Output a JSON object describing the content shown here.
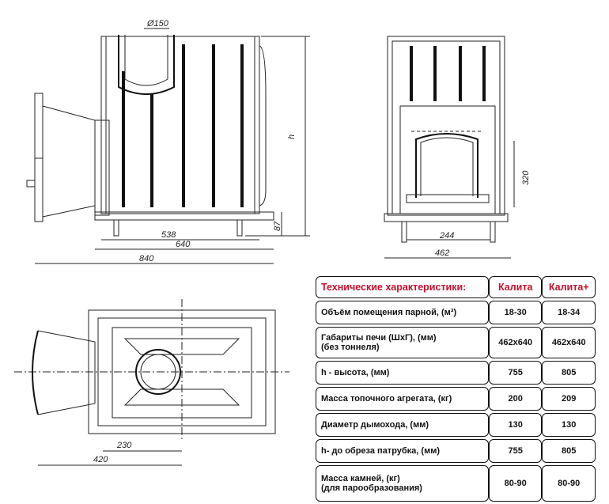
{
  "dimensions": {
    "chimney_diameter": "Ø150",
    "height_label": "h",
    "leg_height": "87",
    "inner_width": "538",
    "body_depth": "640",
    "total_length": "840",
    "door_height": "320",
    "door_width": "244",
    "body_width": "462",
    "tunnel_offset": "230",
    "tunnel_length": "420"
  },
  "specs": {
    "header": {
      "title": "Технические характеристики:",
      "model_1": "Калита",
      "model_2": "Калита+"
    },
    "rows": [
      {
        "name": "Объём помещения парной, (м³)",
        "v1": "18-30",
        "v2": "18-34"
      },
      {
        "name": "Габариты печи (ШхГ), (мм)",
        "sub": "(без тоннеля)",
        "v1": "462х640",
        "v2": "462х640"
      },
      {
        "name": "h - высота, (мм)",
        "v1": "755",
        "v2": "805"
      },
      {
        "name": "Масса топочного агрегата, (кг)",
        "v1": "200",
        "v2": "209"
      },
      {
        "name": "Диаметр дымохода, (мм)",
        "v1": "130",
        "v2": "130"
      },
      {
        "name": "h- до обреза патрубка, (мм)",
        "v1": "755",
        "v2": "805"
      },
      {
        "name": "Масса камней, (кг)",
        "sub": "(для парообразования)",
        "v1": "80-90",
        "v2": "80-90"
      }
    ]
  },
  "colors": {
    "header_text": "#c8102e",
    "line": "#222222"
  }
}
